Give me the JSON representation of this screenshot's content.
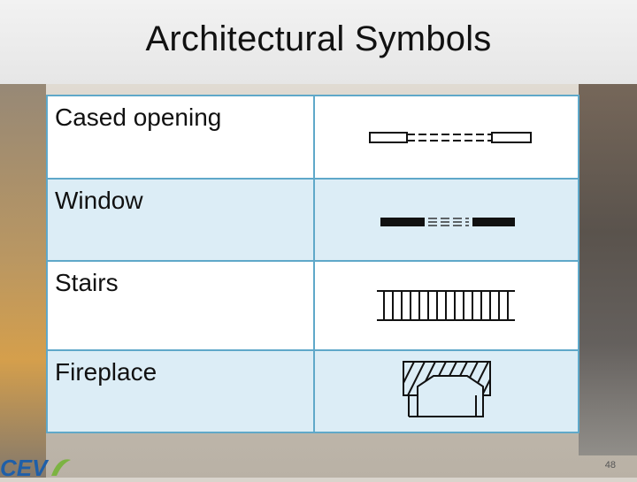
{
  "slide": {
    "title": "Architectural Symbols",
    "page_number": "48"
  },
  "rows": [
    {
      "label": "Cased opening",
      "symbol_icon": "cased-opening-symbol"
    },
    {
      "label": "Window",
      "symbol_icon": "window-symbol"
    },
    {
      "label": "Stairs",
      "symbol_icon": "stairs-symbol"
    },
    {
      "label": "Fireplace",
      "symbol_icon": "fireplace-symbol"
    }
  ],
  "logo": {
    "text": "CEV"
  },
  "colors": {
    "table_border": "#5fa8c9",
    "alt_row": "#dcedf6",
    "logo_blue": "#1f5fa8",
    "logo_green": "#7cb342"
  }
}
